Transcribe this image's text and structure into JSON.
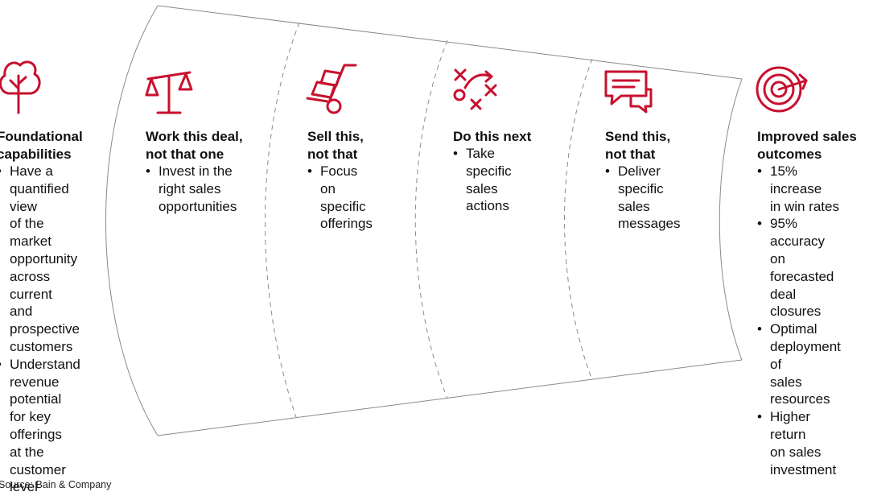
{
  "accent_color": "#c8102e",
  "columns": [
    {
      "icon": "tree-icon",
      "title": [
        "Foundational",
        "capabilities"
      ],
      "bullets": [
        [
          "Have a",
          "quantified view",
          "of the market",
          "opportunity",
          "across current",
          "and prospective",
          "customers"
        ],
        [
          "Understand",
          "revenue",
          "potential",
          "for key offerings",
          "at the customer",
          "level"
        ]
      ]
    },
    {
      "icon": "scales-icon",
      "title": [
        "Work this deal,",
        "not that one"
      ],
      "bullets": [
        [
          "Invest in the",
          "right sales",
          "opportunities"
        ]
      ]
    },
    {
      "icon": "hand-truck-icon",
      "title": [
        "Sell this,",
        "not that"
      ],
      "bullets": [
        [
          "Focus on",
          "specific",
          "offerings"
        ]
      ]
    },
    {
      "icon": "play-diagram-icon",
      "title": [
        "Do this next"
      ],
      "bullets": [
        [
          "Take specific",
          "sales actions"
        ]
      ]
    },
    {
      "icon": "chat-bubbles-icon",
      "title": [
        "Send this,",
        "not that"
      ],
      "bullets": [
        [
          "Deliver",
          "specific sales",
          "messages"
        ]
      ]
    },
    {
      "icon": "target-icon",
      "title": [
        "Improved sales",
        "outcomes"
      ],
      "bullets": [
        [
          "15% increase",
          "in win rates"
        ],
        [
          "95% accuracy",
          "on forecasted",
          "deal closures"
        ],
        [
          "Optimal",
          "deployment of",
          "sales resources"
        ],
        [
          "Higher return",
          "on sales",
          "investment"
        ]
      ]
    }
  ],
  "source": "Source: Bain & Company"
}
